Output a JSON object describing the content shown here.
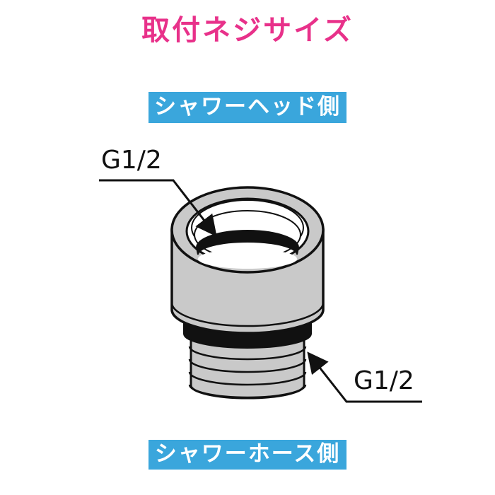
{
  "title": "取付ネジサイズ",
  "badges": {
    "top": "シャワーヘッド側",
    "bottom": "シャワーホース側"
  },
  "thread_labels": {
    "top": "G1/2",
    "bottom": "G1/2"
  },
  "colors": {
    "title": "#e8318a",
    "badge": "#3aa6dc",
    "body": "#c9c9c9",
    "outline": "#111111"
  }
}
